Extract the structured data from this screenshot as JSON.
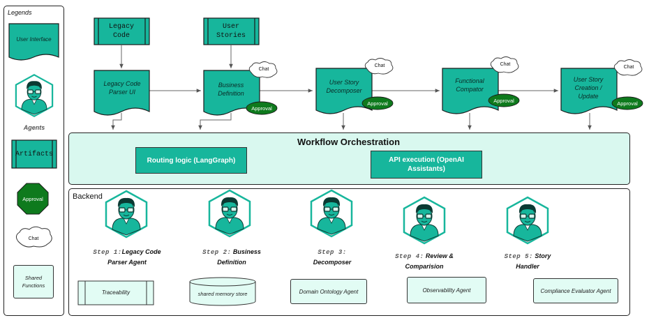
{
  "legend": {
    "title": "Legends",
    "user_interface": "User Interface",
    "agents": "Agents",
    "artifacts": "Artifacts",
    "approval": "Approval",
    "chat": "Chat",
    "shared_functions": "Shared Functions"
  },
  "inputs": {
    "legacy_code": "Legacy Code",
    "user_stories": "User Stories"
  },
  "flow": {
    "nodes": [
      {
        "label": "Legacy Code Parser UI"
      },
      {
        "label": "Business Definition"
      },
      {
        "label": "User Story Decomposer"
      },
      {
        "label": "Functional Compator"
      },
      {
        "label": "User Story Creation / Update"
      }
    ],
    "chat": "Chat",
    "approval": "Approval"
  },
  "orchestration": {
    "title": "Workflow Orchestration",
    "routing": "Routing logic (LangGraph)",
    "api": "API execution (OpenAI Assistants)"
  },
  "backend": {
    "title": "Backend",
    "steps": [
      {
        "num": "Step 1:",
        "name": "Legacy Code Parser Agent"
      },
      {
        "num": "Step 2:",
        "name": "Business Definition"
      },
      {
        "num": "Step 3:",
        "name": "Decomposer"
      },
      {
        "num": "Step 4:",
        "name": "Review & Comparision"
      },
      {
        "num": "Step 5:",
        "name": "Story Handler"
      }
    ],
    "shared": {
      "traceability": "Traceability",
      "memory": "shared memory store",
      "ontology": "Domain Ontology Agent",
      "observability": "Observability Agent",
      "compliance": "Compliance Evaluator Agent"
    }
  },
  "colors": {
    "teal": "#17b69c",
    "light_teal": "#e2fcf4",
    "approval_green": "#0e7a1d"
  }
}
